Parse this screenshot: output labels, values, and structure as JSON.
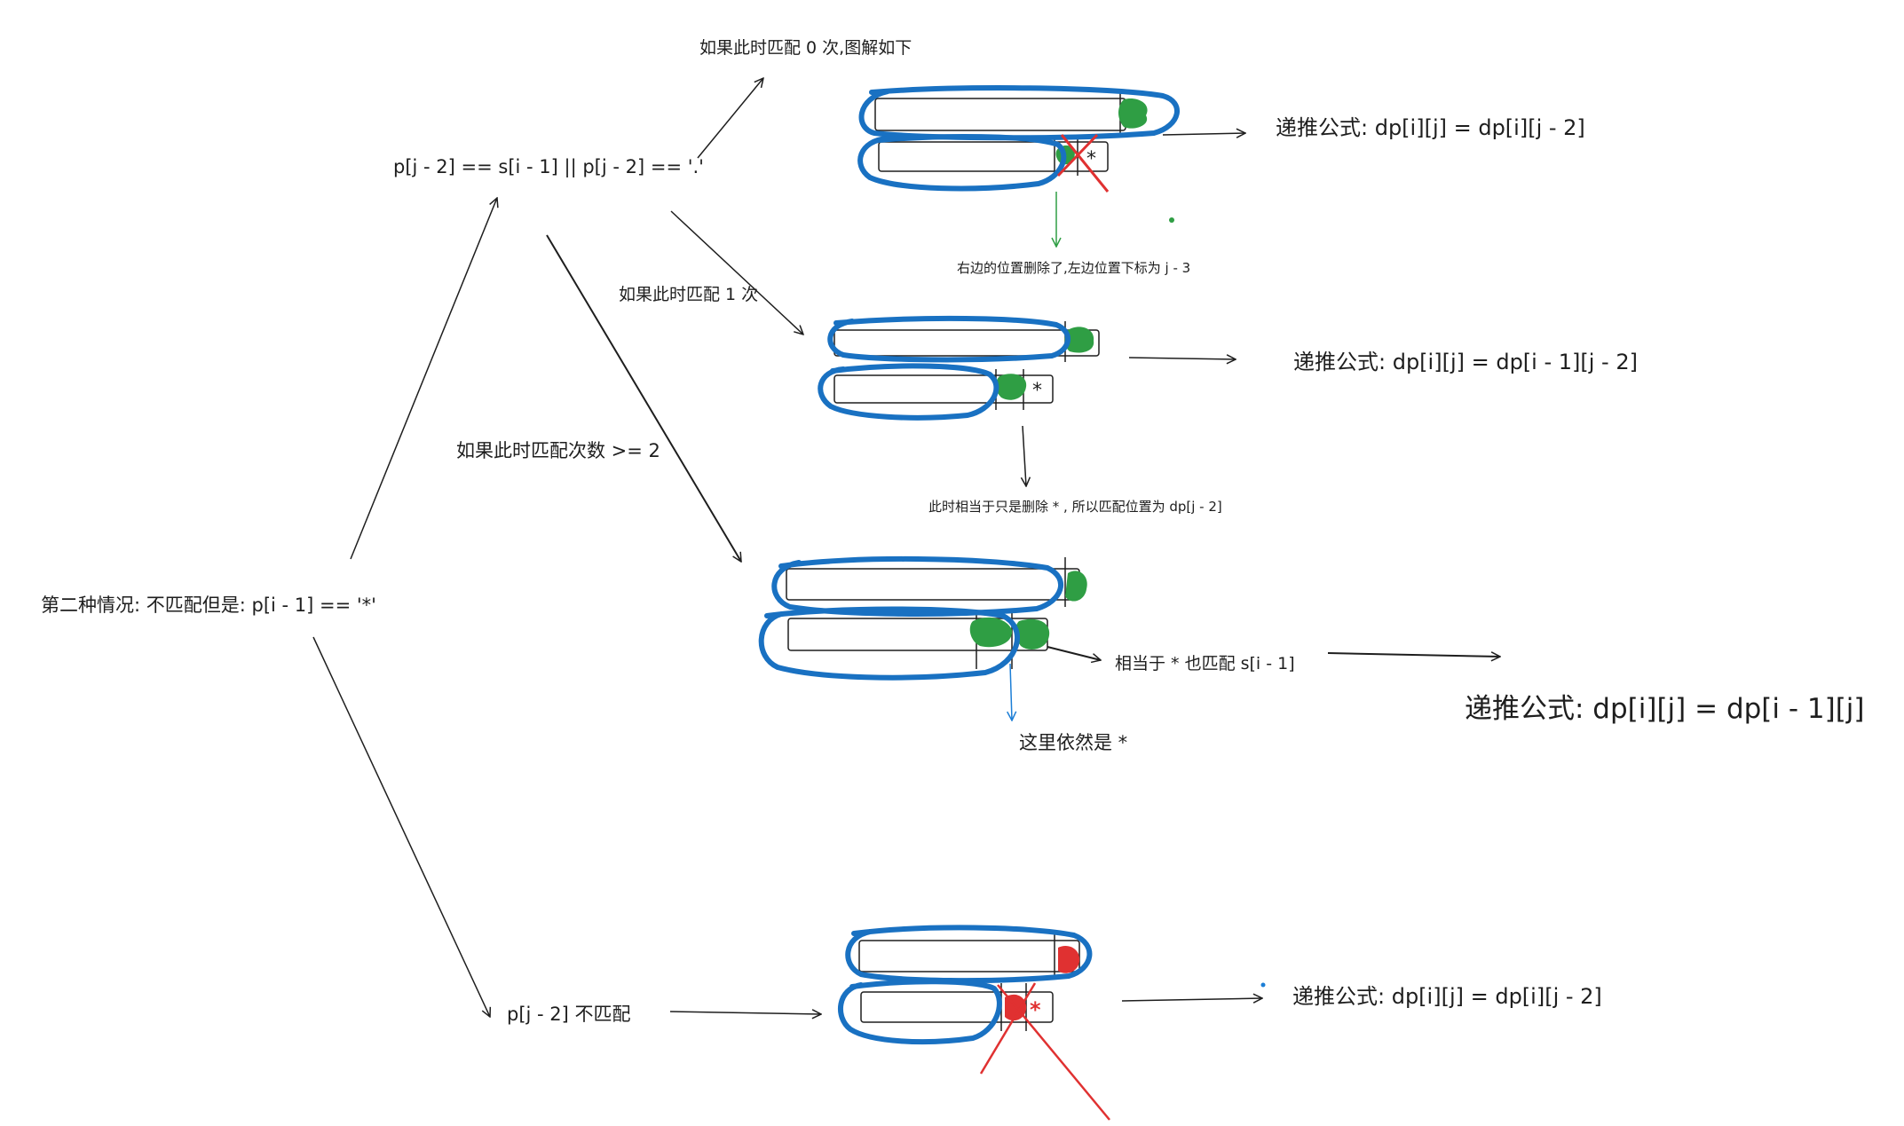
{
  "labels": {
    "case_title": "第二种情况: 不匹配但是: p[i - 1] == '*'",
    "condition_match": "p[j - 2] == s[i - 1] || p[j - 2] == '.'",
    "condition_nomatch": "p[j - 2] 不匹配",
    "branch_zero": "如果此时匹配 0 次,图解如下",
    "branch_one": "如果此时匹配 1 次",
    "branch_many": "如果此时匹配次数 >= 2",
    "note_zero": "右边的位置删除了,左边位置下标为 j - 3",
    "note_one": "此时相当于只是删除 * , 所以匹配位置为 dp[j - 2]",
    "note_many_right": "相当于 * 也匹配 s[i - 1]",
    "note_many_below": "这里依然是 *",
    "formula_zero": "递推公式: dp[i][j] = dp[i][j - 2]",
    "formula_one": "递推公式: dp[i][j] = dp[i - 1][j - 2]",
    "formula_many": "递推公式: dp[i][j] = dp[i - 1][j]",
    "formula_nomatch": "递推公式: dp[i][j] = dp[i][j - 2]",
    "star": "*"
  },
  "colors": {
    "ink": "#1e1e1e",
    "highlight_blue": "#1971c2",
    "match_green": "#2f9e44",
    "mismatch_red": "#e03131",
    "note_arrow_blue": "#1c7ed6",
    "background": "#ffffff"
  }
}
